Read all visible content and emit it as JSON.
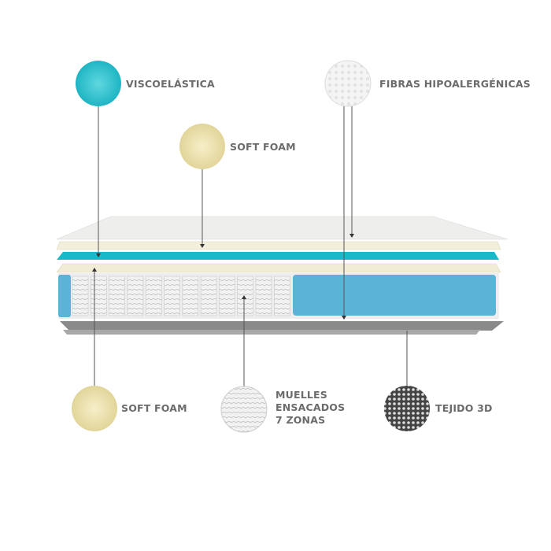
{
  "labels": {
    "viscoelastica": "VISCOELÁSTICA",
    "soft_foam_top": "SOFT FOAM",
    "fibras": "FIBRAS HIPOALERGÉNICAS",
    "soft_foam_bottom": "SOFT FOAM",
    "muelles": [
      "MUELLES",
      "ENSACADOS",
      "7 ZONAS"
    ],
    "tejido": "TEJIDO 3D"
  },
  "colors": {
    "viscoelastica": "#2cc3cf",
    "soft_foam": "#ede5b8",
    "fibras": "#f2f2f2",
    "core_foam": "#5ab4d8",
    "tejido": "#555555",
    "text": "#6b6b6b"
  },
  "icons": [
    "viscoelastic-foam-swatch",
    "soft-foam-swatch",
    "fiber-swatch",
    "pocket-spring-swatch",
    "3d-fabric-swatch"
  ]
}
